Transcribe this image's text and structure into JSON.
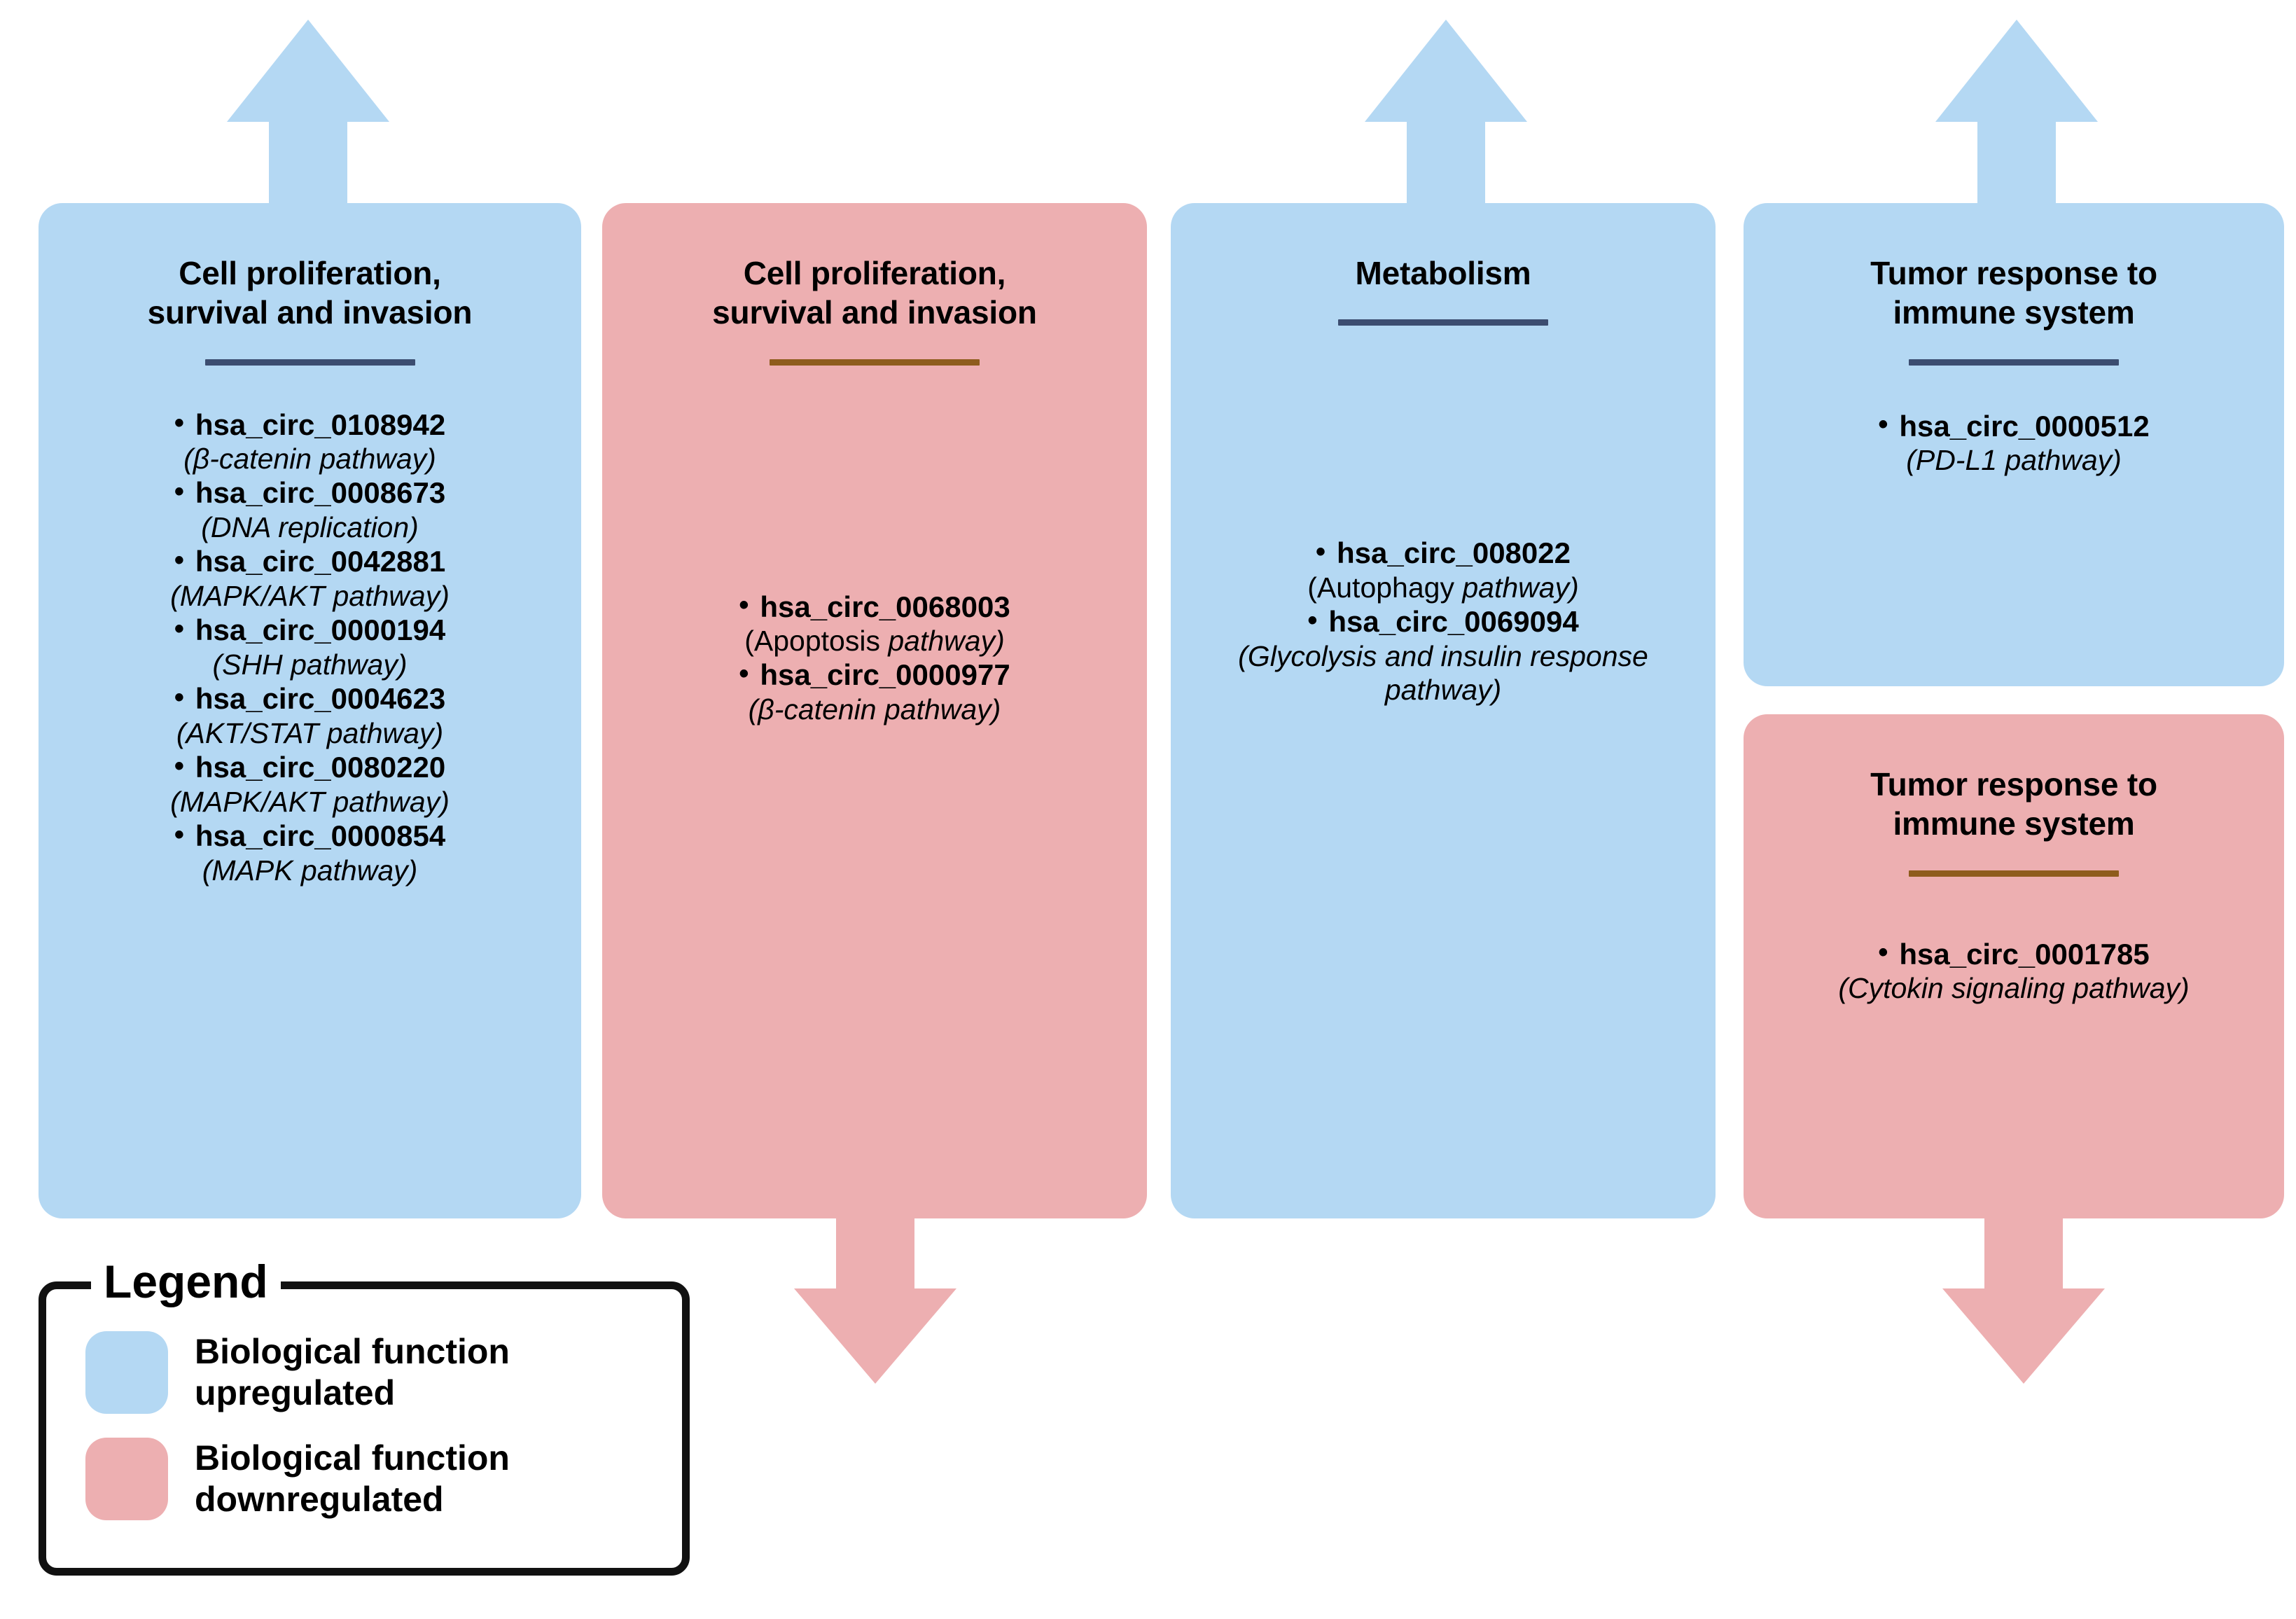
{
  "figure": {
    "title": "circRNA biological function map",
    "colors": {
      "upregulated_fill": "#b4d8f3",
      "downregulated_fill": "#edafb1",
      "upregulated_rule": "#3c4d70",
      "downregulated_rule": "#8e5c1d",
      "legend_border": "#111111",
      "text": "#000000"
    }
  },
  "columns": [
    {
      "id": "col-1",
      "direction": "up",
      "regulation": "upregulated",
      "title": "Cell proliferation,\nsurvival and invasion",
      "items": [
        {
          "bullet": "•",
          "id": "hsa_circ_0108942",
          "pathway_roman": "",
          "pathway_italic": "(β-catenin pathway)"
        },
        {
          "bullet": "•",
          "id": "hsa_circ_0008673",
          "pathway_roman": "",
          "pathway_italic": "(DNA replication)"
        },
        {
          "bullet": "•",
          "id": "hsa_circ_0042881",
          "pathway_roman": "",
          "pathway_italic": "(MAPK/AKT pathway)"
        },
        {
          "bullet": "•",
          "id": "hsa_circ_0000194",
          "pathway_roman": "",
          "pathway_italic": "(SHH pathway)"
        },
        {
          "bullet": "•",
          "id": "hsa_circ_0004623",
          "pathway_roman": "",
          "pathway_italic": "(AKT/STAT pathway)"
        },
        {
          "bullet": "•",
          "id": "hsa_circ_0080220",
          "pathway_roman": "",
          "pathway_italic": "(MAPK/AKT pathway)"
        },
        {
          "bullet": "•",
          "id": "hsa_circ_0000854",
          "pathway_roman": "",
          "pathway_italic": "(MAPK pathway)"
        }
      ]
    },
    {
      "id": "col-2",
      "direction": "down",
      "regulation": "downregulated",
      "title": "Cell proliferation,\nsurvival and invasion",
      "items": [
        {
          "bullet": "•",
          "id": "hsa_circ_0068003",
          "pathway_roman": "(Apoptosis ",
          "pathway_italic": "pathway)"
        },
        {
          "bullet": "•",
          "id": "hsa_circ_0000977",
          "pathway_roman": "",
          "pathway_italic": "(β-catenin pathway)"
        }
      ]
    },
    {
      "id": "col-3",
      "direction": "up",
      "regulation": "upregulated",
      "title": "Metabolism",
      "items": [
        {
          "bullet": "•",
          "id": "hsa_circ_008022",
          "pathway_roman": "(Autophagy ",
          "pathway_italic": "pathway)"
        },
        {
          "bullet": "•",
          "id": "hsa_circ_0069094",
          "pathway_roman": "",
          "pathway_italic": "(Glycolysis and insulin response pathway)"
        }
      ]
    },
    {
      "id": "col-4a",
      "direction": "up",
      "regulation": "upregulated",
      "title": "Tumor response to\nimmune system",
      "items": [
        {
          "bullet": "•",
          "id": "hsa_circ_0000512",
          "pathway_roman": "",
          "pathway_italic": "(PD-L1 pathway)"
        }
      ]
    },
    {
      "id": "col-4b",
      "direction": "down",
      "regulation": "downregulated",
      "title": "Tumor response to\nimmune system",
      "items": [
        {
          "bullet": "•",
          "id": "hsa_circ_0001785",
          "pathway_roman": "",
          "pathway_italic": "(Cytokin signaling pathway)"
        }
      ]
    }
  ],
  "legend": {
    "title": "Legend",
    "entries": [
      {
        "swatch": "upregulated",
        "label": "Biological function\nupregulated"
      },
      {
        "swatch": "downregulated",
        "label": "Biological function\ndownregulated"
      }
    ]
  }
}
